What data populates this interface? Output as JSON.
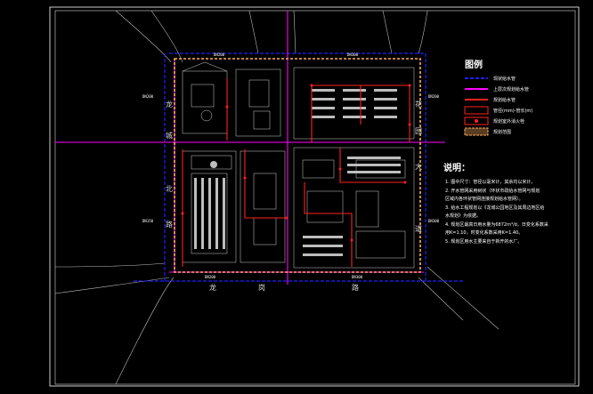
{
  "legend": {
    "title": "图例",
    "items": [
      {
        "label": "现状给水管",
        "swatch": "blue-line"
      },
      {
        "label": "上层次规划给水管",
        "swatch": "magenta-line"
      },
      {
        "label": "规划给水管",
        "swatch": "red-line"
      },
      {
        "label": "管径(mm)-管长(m)",
        "swatch": "red-box"
      },
      {
        "label": "规划室外消火栓",
        "swatch": "red-dot"
      },
      {
        "label": "规划范围",
        "swatch": "orange-dash"
      }
    ]
  },
  "notes": {
    "title": "说明：",
    "lines": [
      "1. 图中尺寸：管径以毫米计，其余均以米计。",
      "2. 开水管网采用树状（环状市政给水管网与规划",
      "   区域内各环状管网连接规划给水管网）。",
      "3. 给水工程规划以《龙城公园地区及其周边地区给",
      "   水规划》为依据。",
      "4. 规划区最高日用水量为6872m³/d，日变化系数采",
      "   用K=1.10，时变化系数采用K=1.40。",
      "5. 规划区用水主要来自于新开的水厂。"
    ]
  },
  "road_labels": {
    "left": [
      "龙",
      "城",
      "北",
      "路"
    ],
    "right": [
      "花",
      "园",
      "大",
      "道"
    ],
    "bottom": [
      "龙",
      "岗",
      "路"
    ]
  },
  "pipe_labels": [
    "DN200",
    "DN300",
    "DN200",
    "DN300",
    "DN200",
    "DN150",
    "DN200",
    "DN300"
  ],
  "colors": {
    "background": "#000000",
    "frame": "#ffffff",
    "existing_pipe": "#2020ff",
    "planned_upper_pipe": "#ff00ff",
    "planned_pipe": "#ff2020",
    "boundary": "#ffb060",
    "buildings": "#d0d0d0"
  }
}
